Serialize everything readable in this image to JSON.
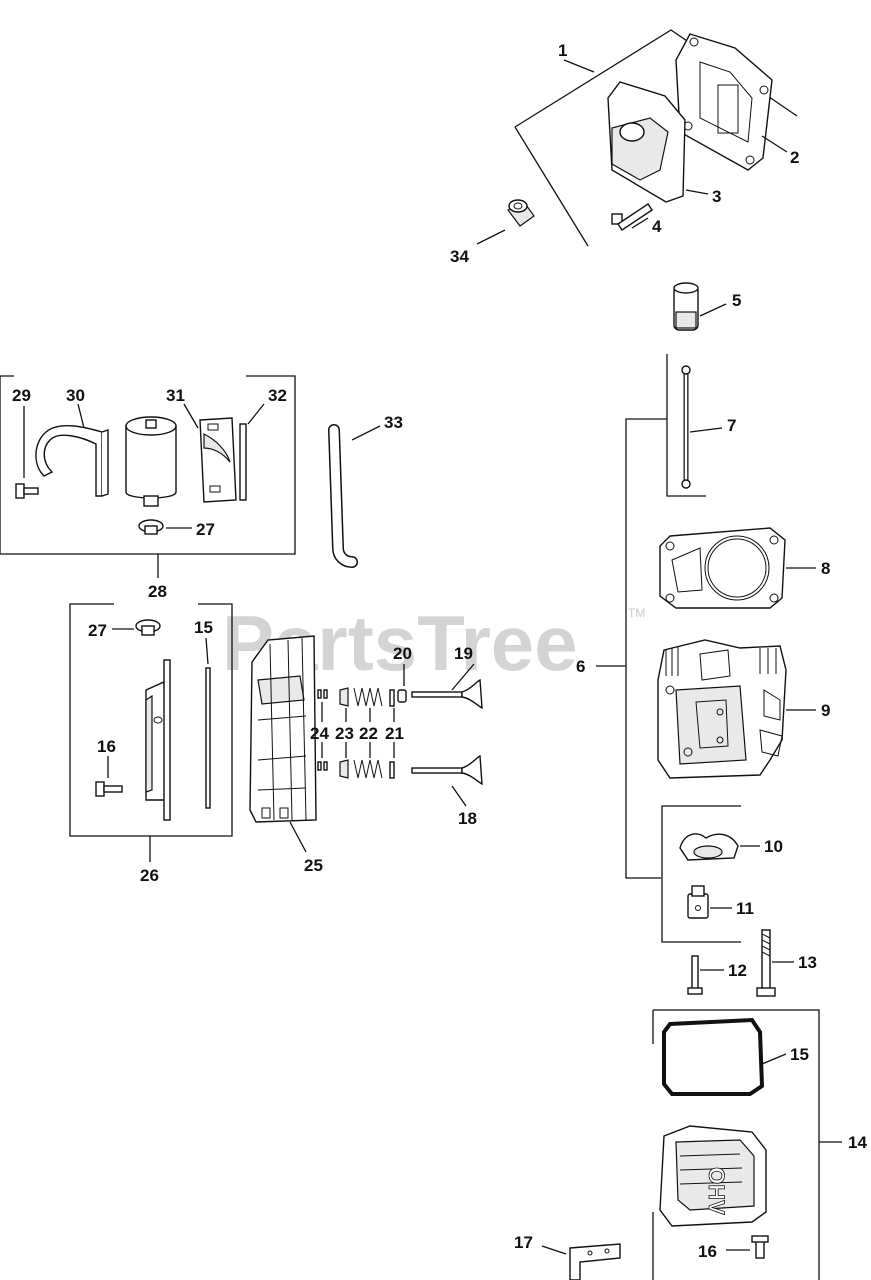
{
  "watermark": {
    "text": "PartsTree",
    "trademark": "TM"
  },
  "callouts": {
    "c1": "1",
    "c2": "2",
    "c3": "3",
    "c4": "4",
    "c5": "5",
    "c6": "6",
    "c7": "7",
    "c8": "8",
    "c9": "9",
    "c10": "10",
    "c11": "11",
    "c12": "12",
    "c13": "13",
    "c14": "14",
    "c15a": "15",
    "c15b": "15",
    "c16a": "16",
    "c16b": "16",
    "c17": "17",
    "c18": "18",
    "c19": "19",
    "c20": "20",
    "c21": "21",
    "c22": "22",
    "c23": "23",
    "c24": "24",
    "c25": "25",
    "c26": "26",
    "c27a": "27",
    "c27b": "27",
    "c28": "28",
    "c29": "29",
    "c30": "30",
    "c31": "31",
    "c32": "32",
    "c33": "33",
    "c34": "34"
  },
  "valve_cover_logo": "OHV"
}
